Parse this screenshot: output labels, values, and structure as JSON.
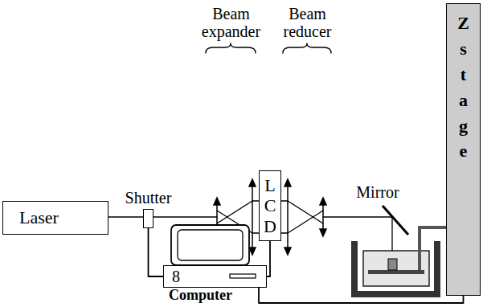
{
  "diagram": {
    "nodes": [
      {
        "text": [
          "Laser"
        ]
      },
      {
        "text": [
          "Shutter"
        ]
      },
      {
        "text": [
          "L C D"
        ]
      },
      {
        "text": [
          "Z s t a g e"
        ]
      },
      {
        "text": [
          "8",
          "Computer"
        ]
      }
    ],
    "edges": [
      {
        "from": 0,
        "to": 1,
        "arrow": "none"
      },
      {
        "from": 1,
        "to": 4,
        "arrow": "none"
      },
      {
        "from": 2,
        "to": 4,
        "arrow": "none"
      },
      {
        "from": 3,
        "to": 4,
        "arrow": "none"
      }
    ],
    "labels": [
      "Beam expander",
      "Beam reducer",
      "Mirror"
    ]
  }
}
